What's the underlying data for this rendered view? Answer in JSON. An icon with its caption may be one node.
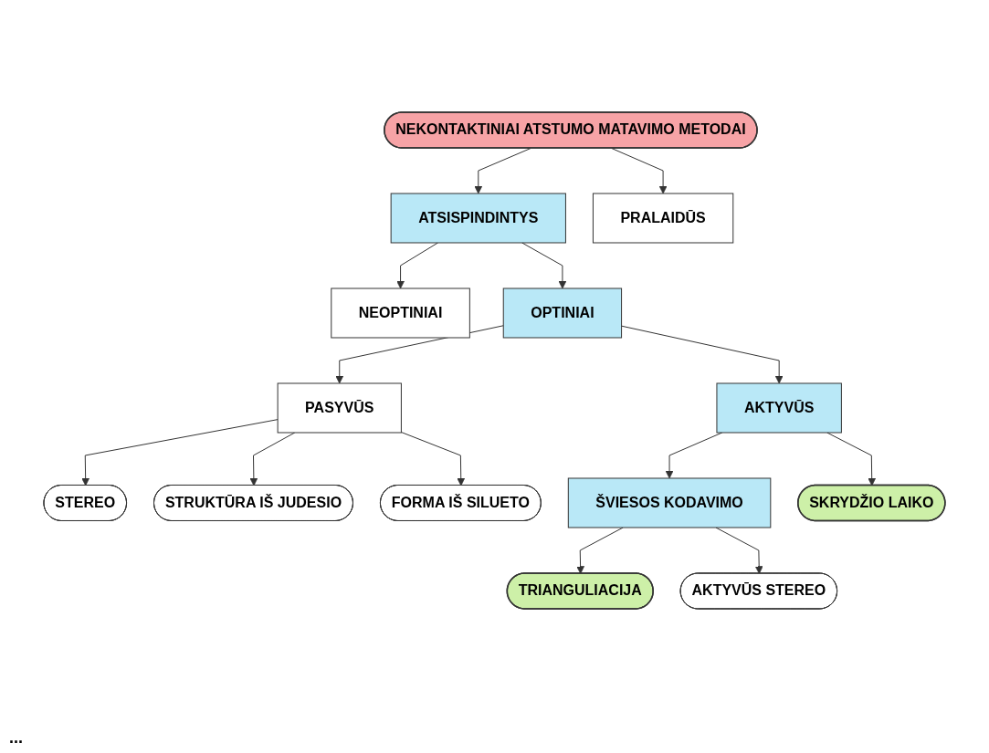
{
  "diagram": {
    "nodes": [
      {
        "text": [
          "NEKONTAKTINIAI ATSTUMO MATAVIMO METODAI"
        ]
      },
      {
        "text": [
          "ATSISPINDINTYS"
        ]
      },
      {
        "text": [
          "PRALAIDŪS"
        ]
      },
      {
        "text": [
          "NEOPTINIAI"
        ]
      },
      {
        "text": [
          "OPTINIAI"
        ]
      },
      {
        "text": [
          "PASYVŪS"
        ]
      },
      {
        "text": [
          "AKTYVŪS"
        ]
      },
      {
        "text": [
          "STEREO"
        ]
      },
      {
        "text": [
          "STRUKTŪRA IŠ JUDESIO"
        ]
      },
      {
        "text": [
          "FORMA IŠ SILUETO"
        ]
      },
      {
        "text": [
          "ŠVIESOS KODAVIMO"
        ]
      },
      {
        "text": [
          "SKRYDŽIO LAIKO"
        ]
      },
      {
        "text": [
          "TRIANGULIACIJA"
        ]
      },
      {
        "text": [
          "AKTYVŪS STEREO"
        ]
      }
    ],
    "edges": [
      {
        "from": 0,
        "to": 1,
        "arrow": "to"
      },
      {
        "from": 0,
        "to": 2,
        "arrow": "to"
      },
      {
        "from": 1,
        "to": 3,
        "arrow": "to"
      },
      {
        "from": 1,
        "to": 4,
        "arrow": "to"
      },
      {
        "from": 4,
        "to": 5,
        "arrow": "to"
      },
      {
        "from": 4,
        "to": 6,
        "arrow": "to"
      },
      {
        "from": 5,
        "to": 7,
        "arrow": "to"
      },
      {
        "from": 5,
        "to": 8,
        "arrow": "to"
      },
      {
        "from": 5,
        "to": 9,
        "arrow": "to"
      },
      {
        "from": 6,
        "to": 10,
        "arrow": "to"
      },
      {
        "from": 6,
        "to": 11,
        "arrow": "to"
      },
      {
        "from": 10,
        "to": 12,
        "arrow": "to"
      },
      {
        "from": 10,
        "to": 13,
        "arrow": "to"
      }
    ],
    "labels": [
      "..."
    ]
  }
}
